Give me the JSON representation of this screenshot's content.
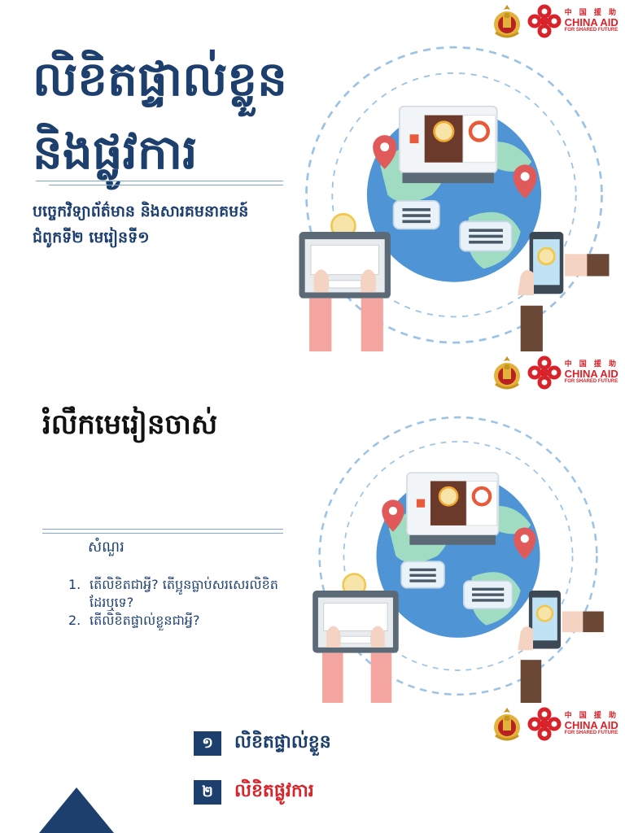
{
  "logo": {
    "cn": "中 国 援 助",
    "name": "CHINA AID",
    "tagline": "FOR SHARED FUTURE"
  },
  "slide1": {
    "title_line1": "លិខិតផ្ទាល់ខ្លួន",
    "title_line2": "និងផ្លូវការ",
    "subtitle_line1": "បច្ចេកវិទ្យាព័ត៌មាន និងសារគមនាគមន៍",
    "subtitle_line2": "ជំពូកទី២ មេរៀនទី១"
  },
  "slide2": {
    "title": "រំលឹកមេរៀនចាស់",
    "question_heading": "សំណួរ",
    "questions": [
      {
        "num": "1.",
        "text": "តើលិខិតជាអ្វី? តើប្អូនធ្លាប់សរសេរលិខិតដែរឬទេ?"
      },
      {
        "num": "2.",
        "text": "តើលិខិតផ្ទាល់ខ្លួនជាអ្វី?"
      }
    ]
  },
  "slide3": {
    "items": [
      {
        "num": "១",
        "label": "លិខិតផ្ទាល់ខ្លួន"
      },
      {
        "num": "២",
        "label": "លិខិតផ្លូវការ"
      }
    ]
  },
  "colors": {
    "navy": "#1d3f6e",
    "red": "#d8232a",
    "globe": "#4f95d6",
    "land": "#9fdcc2"
  }
}
